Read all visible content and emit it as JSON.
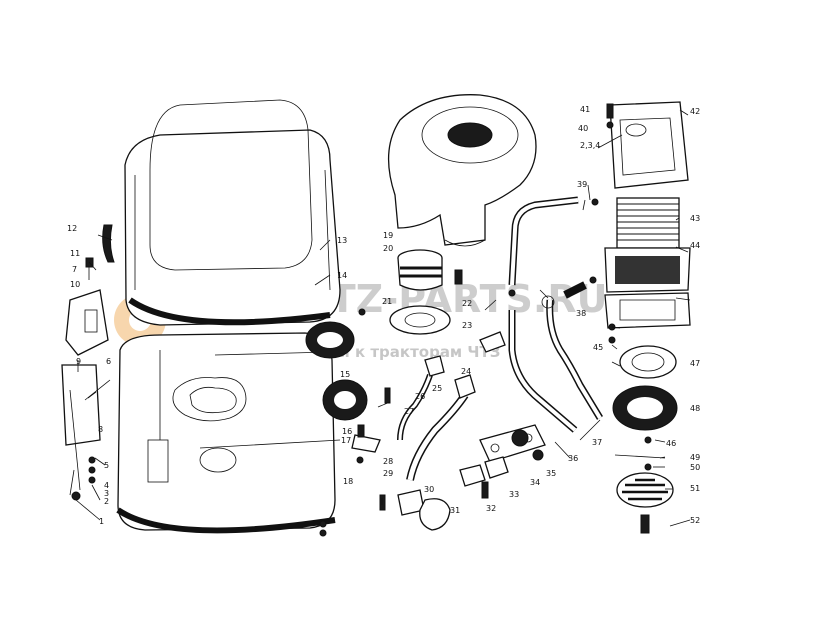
{
  "watermark": {
    "line1": "CHTZ-PARTS.RU",
    "line2": "запчасти к тракторам ЧТЗ",
    "gear_color": "#f0a850",
    "text_color": "#b8b8b8"
  },
  "callouts": [
    "1",
    "2",
    "3",
    "4",
    "5",
    "6",
    "7",
    "8",
    "9",
    "10",
    "11",
    "12",
    "13",
    "14",
    "15",
    "16",
    "17",
    "18",
    "19",
    "20",
    "21",
    "22",
    "23",
    "24",
    "25",
    "26",
    "27",
    "28",
    "29",
    "30",
    "31",
    "32",
    "33",
    "34",
    "35",
    "36",
    "37",
    "38",
    "39",
    "40",
    "41",
    "42",
    "43",
    "44",
    "45",
    "46",
    "47",
    "48",
    "49",
    "50",
    "51",
    "52"
  ],
  "callouts_extra": {
    "c234": "2,3,4"
  }
}
